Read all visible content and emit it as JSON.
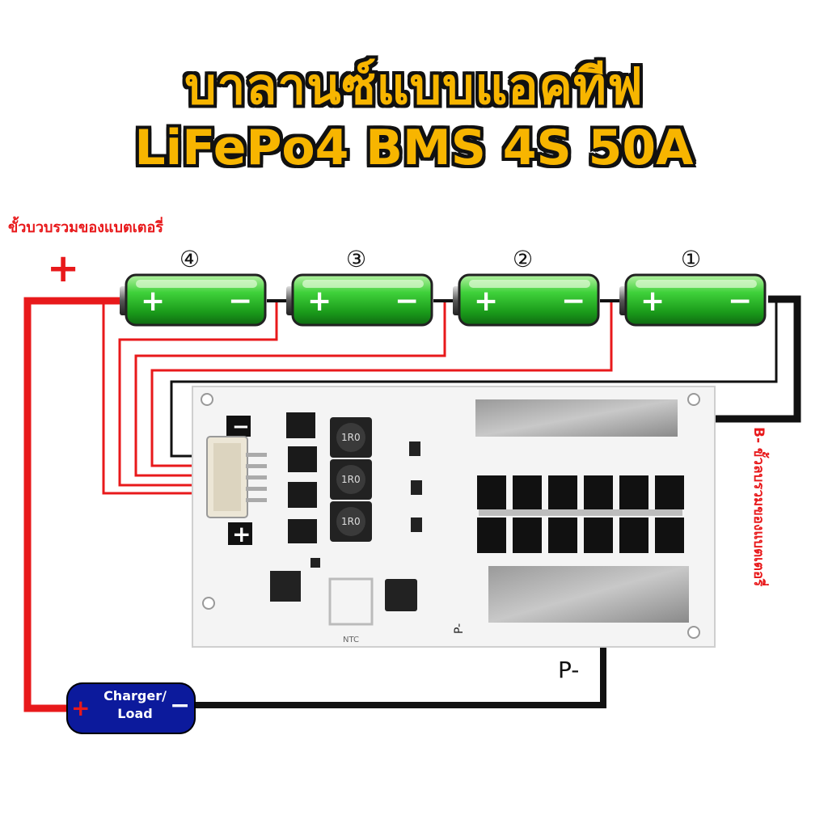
{
  "title": {
    "line1": "บาลานซ์แบบแอคทีฟ",
    "line2": "LiFePo4 BMS 4S 50A"
  },
  "labels": {
    "battery_total_positive": "ขั้วบวบรวมของแบตเตอรี่",
    "battery_total_negative": "B- ขั้วลบรวมของแบตเตอรี่",
    "plus_sign": "+",
    "p_minus": "P-"
  },
  "cells": [
    {
      "number": "④",
      "positive": "+",
      "negative": "−"
    },
    {
      "number": "③",
      "positive": "+",
      "negative": "−"
    },
    {
      "number": "②",
      "positive": "+",
      "negative": "−"
    },
    {
      "number": "①",
      "positive": "+",
      "negative": "−"
    }
  ],
  "charger": {
    "label": "Charger/\nLoad",
    "positive": "+",
    "negative": "−"
  },
  "board": {
    "minus_marking": "−",
    "plus_marking": "+",
    "inductor_marking": "1R0",
    "ntc_label": "NTC",
    "p_minus_silk": "P-"
  },
  "colors": {
    "title_fill": "#f7b500",
    "title_outline": "#111111",
    "positive_wire": "#e8191b",
    "negative_wire": "#111111",
    "cell_green": "#2fbf2f",
    "charger_blue": "#0c1a9c",
    "pcb_white": "#f4f4f4"
  }
}
